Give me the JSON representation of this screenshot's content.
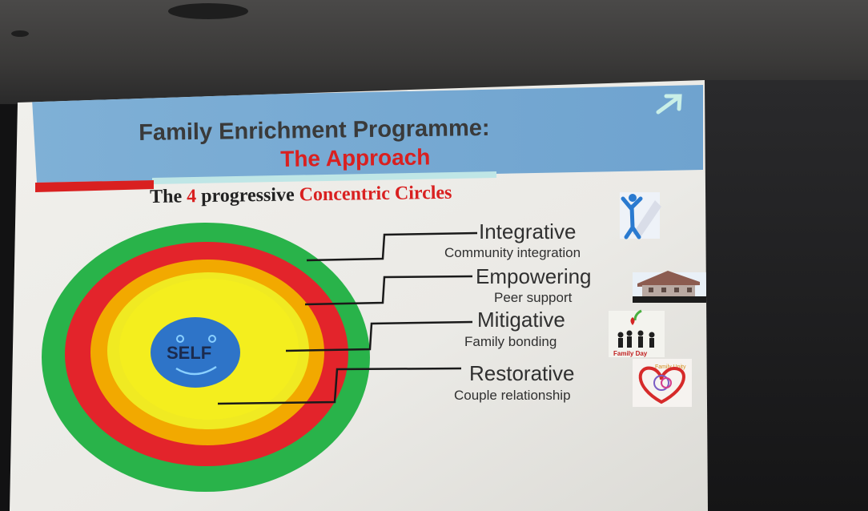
{
  "slide": {
    "title_line1": "Family Enrichment Programme:",
    "title_line2": "The Approach",
    "subtitle_prefix": "The",
    "subtitle_number": "4",
    "subtitle_middle": "progressive",
    "subtitle_highlight": "Concentric Circles",
    "center_label": "SELF",
    "levels": [
      {
        "name": "Integrative",
        "description": "Community integration",
        "ring_color": "#29b34a"
      },
      {
        "name": "Empowering",
        "description": "Peer support",
        "ring_color": "#e3242b"
      },
      {
        "name": "Mitigative",
        "description": "Family bonding",
        "ring_color": "#f2a900"
      },
      {
        "name": "Restorative",
        "description": "Couple relationship",
        "ring_color": "#f4ee1e"
      }
    ],
    "center_color": "#2e74c8",
    "title_color": "#3a3a3a",
    "accent_red": "#d92020",
    "header_band_color": "#7fb0d6",
    "pictogram_texts": [
      "Family Day",
      "Family Unity"
    ]
  }
}
